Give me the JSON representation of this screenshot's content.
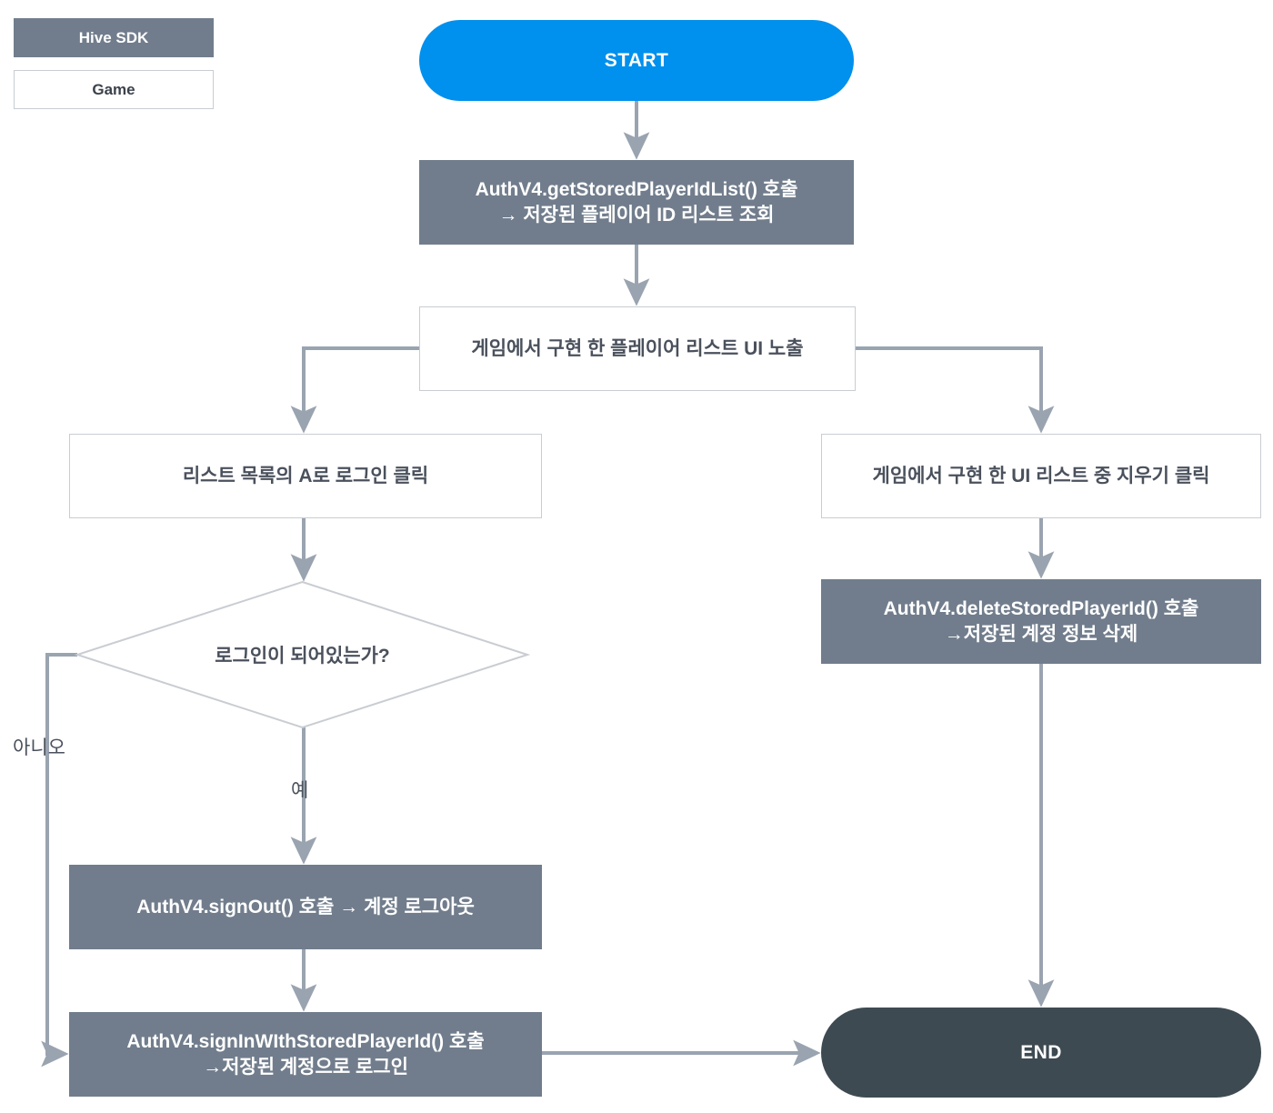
{
  "diagram": {
    "title": "Hive SDK stored player id sign-in flow",
    "colors": {
      "sdk_fill": "#717D8C",
      "game_fill": "#FFFFFF",
      "game_border": "#C9CDD2",
      "start_fill": "#0090ED",
      "end_fill": "#3E4A52",
      "edge_stroke": "#9AA4B0",
      "text_dark": "#4A515C",
      "text_light": "#FFFFFF"
    }
  },
  "legend": {
    "items": [
      {
        "label": "Hive SDK",
        "style": "sdk"
      },
      {
        "label": "Game",
        "style": "game"
      }
    ]
  },
  "nodes": {
    "start": {
      "label": "START",
      "type": "terminator"
    },
    "get_stored_list": {
      "label": "AuthV4.getStoredPlayerIdList() 호출\n→ 저장된 플레이어 ID 리스트 조회",
      "type": "process",
      "owner": "Hive SDK"
    },
    "show_player_list_ui": {
      "label": "게임에서 구현 한 플레이어 리스트 UI 노출",
      "type": "process",
      "owner": "Game"
    },
    "click_login_with_a": {
      "label": "리스트 목록의 A로 로그인 클릭",
      "type": "process",
      "owner": "Game"
    },
    "click_delete": {
      "label": "게임에서 구현 한 UI 리스트 중 지우기 클릭",
      "type": "process",
      "owner": "Game"
    },
    "delete_stored_player_id": {
      "label": "AuthV4.deleteStoredPlayerId() 호출\n→저장된 계정 정보 삭제",
      "type": "process",
      "owner": "Hive SDK"
    },
    "is_logged_in": {
      "label": "로그인이 되어있는가?",
      "type": "decision",
      "owner": "Game"
    },
    "sign_out": {
      "label": "AuthV4.signOut() 호출 → 계정 로그아웃",
      "type": "process",
      "owner": "Hive SDK"
    },
    "sign_in_with_stored_player_id": {
      "label": "AuthV4.signInWIthStoredPlayerId() 호출\n→저장된 계정으로 로그인",
      "type": "process",
      "owner": "Hive SDK"
    },
    "end": {
      "label": "END",
      "type": "terminator"
    }
  },
  "edge_labels": {
    "no": "아니오",
    "yes": "예"
  },
  "edges": [
    {
      "from": "start",
      "to": "get_stored_list",
      "label": ""
    },
    {
      "from": "get_stored_list",
      "to": "show_player_list_ui",
      "label": ""
    },
    {
      "from": "show_player_list_ui",
      "to": "click_login_with_a",
      "label": ""
    },
    {
      "from": "show_player_list_ui",
      "to": "click_delete",
      "label": ""
    },
    {
      "from": "click_login_with_a",
      "to": "is_logged_in",
      "label": ""
    },
    {
      "from": "is_logged_in",
      "to": "sign_out",
      "label": "예"
    },
    {
      "from": "is_logged_in",
      "to": "sign_in_with_stored_player_id",
      "label": "아니오"
    },
    {
      "from": "sign_out",
      "to": "sign_in_with_stored_player_id",
      "label": ""
    },
    {
      "from": "sign_in_with_stored_player_id",
      "to": "end",
      "label": ""
    },
    {
      "from": "click_delete",
      "to": "delete_stored_player_id",
      "label": ""
    },
    {
      "from": "delete_stored_player_id",
      "to": "end",
      "label": ""
    }
  ]
}
